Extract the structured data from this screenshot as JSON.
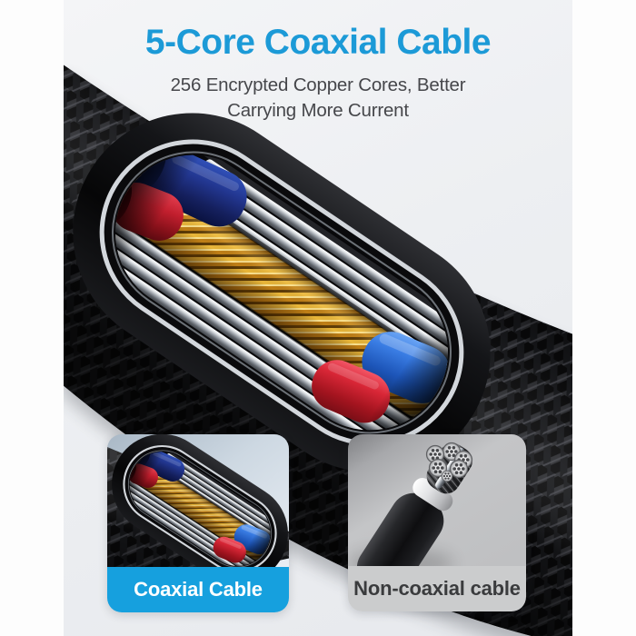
{
  "header": {
    "title": "5-Core Coaxial Cable",
    "title_color": "#1c9ad7",
    "subtitle_line1": "256 Encrypted Copper Cores, Better",
    "subtitle_line2": "Carrying More Current",
    "subtitle_color": "#46474b"
  },
  "hero": {
    "subject": "braided coaxial cable with cutaway showing inner cores",
    "colors": {
      "braid_jacket": "#0a0a0b",
      "shield_rim": "#d3d7dc",
      "copper_core": "#e9b639",
      "navy_wire": "#22368f",
      "red_wire": "#c21f2e",
      "bright_blue_wire": "#3a7de4",
      "bright_red_wire": "#d92737",
      "silver_wire": "#9aa0a8"
    }
  },
  "comparison_cards": {
    "coaxial": {
      "label": "Coaxial Cable",
      "label_bg": "#16a0de",
      "label_text_color": "#ffffff"
    },
    "non_coaxial": {
      "label": "Non-coaxial cable",
      "label_bg": "#cbcccd",
      "label_text_color": "#3a3b3d",
      "panel_bg": "#c2c3c5"
    }
  }
}
